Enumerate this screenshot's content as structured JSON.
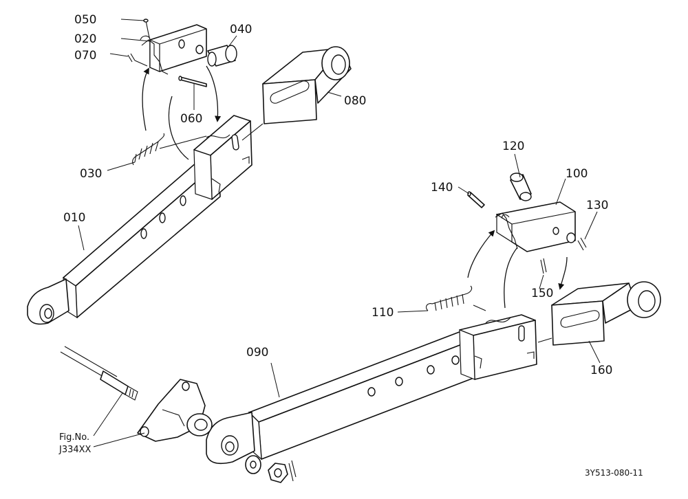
{
  "callouts": {
    "c010": "010",
    "c020": "020",
    "c030": "030",
    "c040": "040",
    "c050": "050",
    "c060": "060",
    "c070": "070",
    "c080": "080",
    "c090": "090",
    "c100": "100",
    "c110": "110",
    "c120": "120",
    "c130": "130",
    "c140": "140",
    "c150": "150",
    "c160": "160"
  },
  "figure_ref": {
    "line1": "Fig.No.",
    "line2": "J334XX"
  },
  "drawing_id": "3Y513-080-11"
}
